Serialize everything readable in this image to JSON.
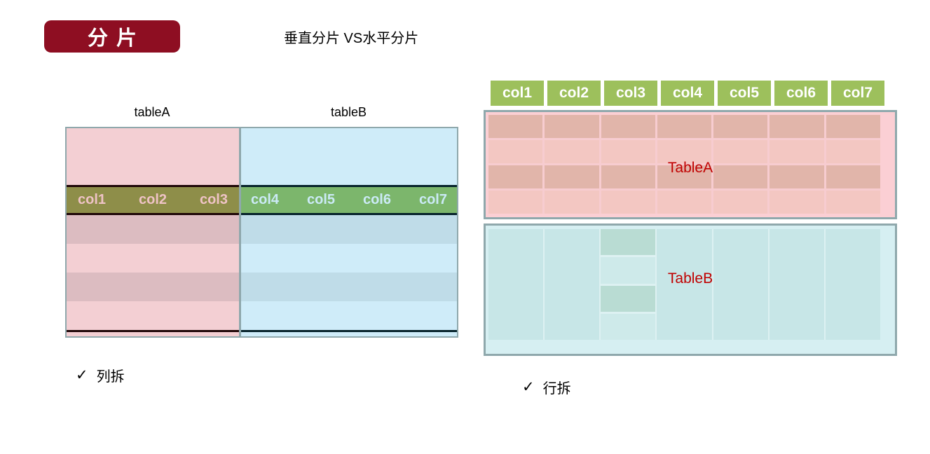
{
  "colors": {
    "badge_red": "#8E0E22",
    "border_gray": "#8FA8AC",
    "pink_block": "#F3CFD3",
    "pink_stripe_dark": "#DCBCC1",
    "blue_block": "#CFECF9",
    "blue_stripe_dark": "#BFDCE8",
    "olive_header": "#8E8E49",
    "olive_header_text": "#EFC3C6",
    "green_header": "#7CB66C",
    "green_header_text": "#CBEAF6",
    "line_dark_left": "#1E0607",
    "line_dark_right": "#06222B",
    "right_header_green": "#9DC05C",
    "tablea_fill": "#FBCFD4",
    "tablea_row_dark": "#E1B5AA",
    "tablea_row_light": "#F3C7C2",
    "tablea_divider": "#F7CCD0",
    "tableb_fill": "#D6EFF2",
    "tableb_panel": "#C7E6E7",
    "tableb_divider": "#DDF1F2",
    "tableb_cell_green": "#B9DCD3",
    "tableb_cell_light": "#CEEAEA",
    "table_label_red": "#C00000",
    "header_text_white": "#FFFFFF"
  },
  "header": {
    "badge_label": "分片",
    "subtitle": "垂直分片 VS水平分片"
  },
  "vertical_sharding": {
    "table_a_label": "tableA",
    "table_b_label": "tableB",
    "table_a_columns": [
      "col1",
      "col2",
      "col3"
    ],
    "table_b_columns": [
      "col4",
      "col5",
      "col6",
      "col7"
    ],
    "row_stripe_count": 4,
    "caption": {
      "check": "✓",
      "label": "列拆"
    }
  },
  "horizontal_sharding": {
    "header_columns": [
      "col1",
      "col2",
      "col3",
      "col4",
      "col5",
      "col6",
      "col7"
    ],
    "table_a": {
      "label": "TableA",
      "rows": 4,
      "cols": 7
    },
    "table_b": {
      "label": "TableB",
      "cols": 7,
      "highlight_col": 3,
      "highlight_rows": 4
    },
    "caption": {
      "check": "✓",
      "label": "行拆"
    }
  }
}
